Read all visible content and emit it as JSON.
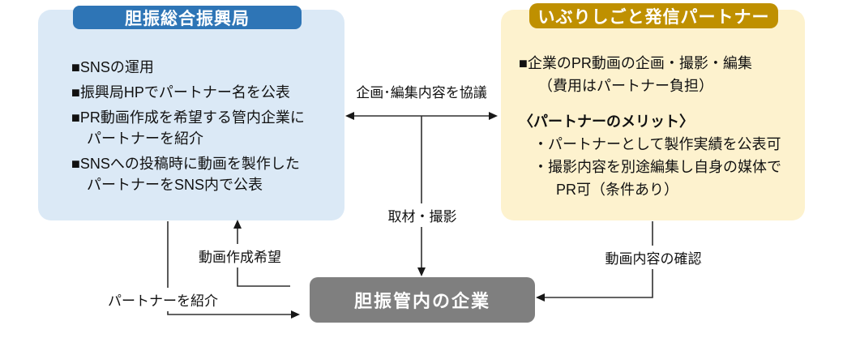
{
  "bureau": {
    "title": "胆振総合振興局",
    "lines": [
      "■SNSの運用",
      "■振興局HPでパートナー名を公表",
      "■PR動画作成を希望する管内企業に",
      "パートナーを紹介",
      "■SNSへの投稿時に動画を製作した",
      "パートナーをSNS内で公表"
    ]
  },
  "partner": {
    "title": "いぶりしごと発信パートナー",
    "lines": [
      "■企業のPR動画の企画・撮影・編集",
      "（費用はパートナー負担）",
      "〈パートナーのメリット〉",
      "・パートナーとして製作実績を公表可",
      "・撮影内容を別途編集し自身の媒体で",
      "PR可（条件あり）"
    ]
  },
  "companies": {
    "title": "胆振管内の企業"
  },
  "connector_labels": {
    "negotiate": "企画･編集内容を協議",
    "coverage": "取材・撮影",
    "video_request": "動画作成希望",
    "introduce_partner": "パートナーを紹介",
    "confirm_video": "動画内容の確認"
  },
  "colors": {
    "bureau_header": "#2E75B6",
    "bureau_panel": "#DBE9F6",
    "partner_header": "#BF9000",
    "partner_panel": "#FDF2CE",
    "companies_box": "#7F7F7F",
    "connector_line": "#303030",
    "arrowhead": "#181818"
  }
}
